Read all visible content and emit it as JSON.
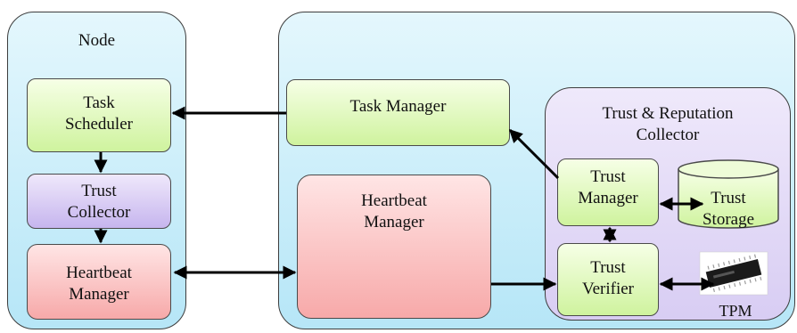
{
  "node_panel": {
    "title": "Node"
  },
  "boxes": {
    "task_scheduler": "Task\nScheduler",
    "trust_collector": "Trust\nCollector",
    "heartbeat_manager_node": "Heartbeat\nManager",
    "task_manager": "Task Manager",
    "heartbeat_manager_main": "Heartbeat\nManager",
    "trust_reputation_collector": "Trust & Reputation\nCollector",
    "trust_manager": "Trust\nManager",
    "trust_storage": "Trust\nStorage",
    "trust_verifier": "Trust\nVerifier",
    "tpm": "TPM"
  },
  "colors": {
    "panel": "#b6e6f7",
    "green_box": "#cff39e",
    "purple_box": "#c6b5ee",
    "pink_box": "#f7a9a9",
    "arrow": "#000000"
  }
}
